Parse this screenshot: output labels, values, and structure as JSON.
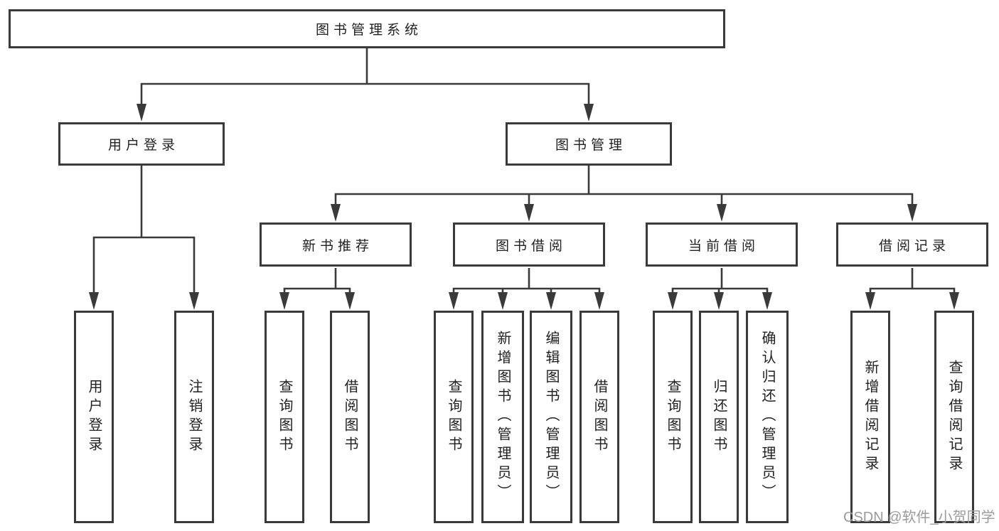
{
  "title": "图书管理系统",
  "tree": {
    "user_login": {
      "label": "用户登录",
      "children": [
        "用户登录",
        "注销登录"
      ]
    },
    "book_mgmt": {
      "label": "图书管理",
      "sections": [
        {
          "label": "新书推荐",
          "children": [
            "查询图书",
            "借阅图书"
          ]
        },
        {
          "label": "图书借阅",
          "children": [
            "查询图书",
            "新增图书（管理员）",
            "编辑图书（管理员）",
            "借阅图书"
          ]
        },
        {
          "label": "当前借阅",
          "children": [
            "查询图书",
            "归还图书",
            "确认归还（管理员）"
          ]
        },
        {
          "label": "借阅记录",
          "children": [
            "新增借阅记录",
            "查询借阅记录"
          ]
        }
      ]
    }
  },
  "watermark": "CSDN @软件_小贺同学",
  "colors": {
    "line": "#3a3a3a",
    "text": "#212121",
    "watermark": "#9b9b9b",
    "background": "#ffffff"
  }
}
